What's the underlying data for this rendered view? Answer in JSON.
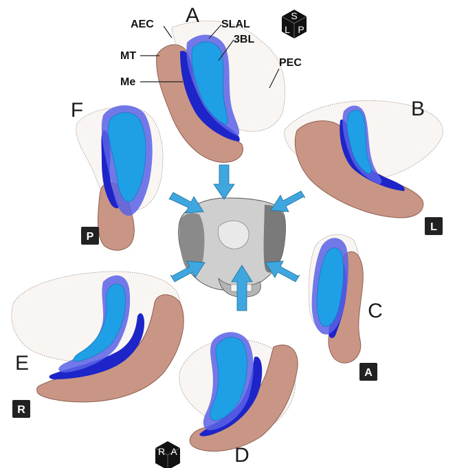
{
  "views": [
    {
      "key": "A",
      "letter": "A"
    },
    {
      "key": "B",
      "letter": "B",
      "orientation": "L"
    },
    {
      "key": "C",
      "letter": "C",
      "orientation": "A"
    },
    {
      "key": "D",
      "letter": "D"
    },
    {
      "key": "E",
      "letter": "E",
      "orientation": "R"
    },
    {
      "key": "F",
      "letter": "F",
      "orientation": "P"
    }
  ],
  "structure_labels": {
    "aec": "AEC",
    "slal": "SLAL",
    "bl3": "3BL",
    "mt": "MT",
    "me": "Me",
    "pec": "PEC"
  },
  "cube_top_labels": [
    "S",
    "L",
    "P"
  ],
  "cube_bottom_labels": [
    "R",
    "A"
  ],
  "colors": {
    "mt": "#c99584",
    "me": "#1d24c8",
    "slal": "#5b62e6",
    "bl3": "#1f9fe6",
    "pec": "#f3ece8",
    "arrow": "#3fa6df",
    "badge": "#222222"
  },
  "icons": {
    "orientation_cube": "cube-icon",
    "arrow": "arrow-icon",
    "skull": "skull-icon"
  }
}
